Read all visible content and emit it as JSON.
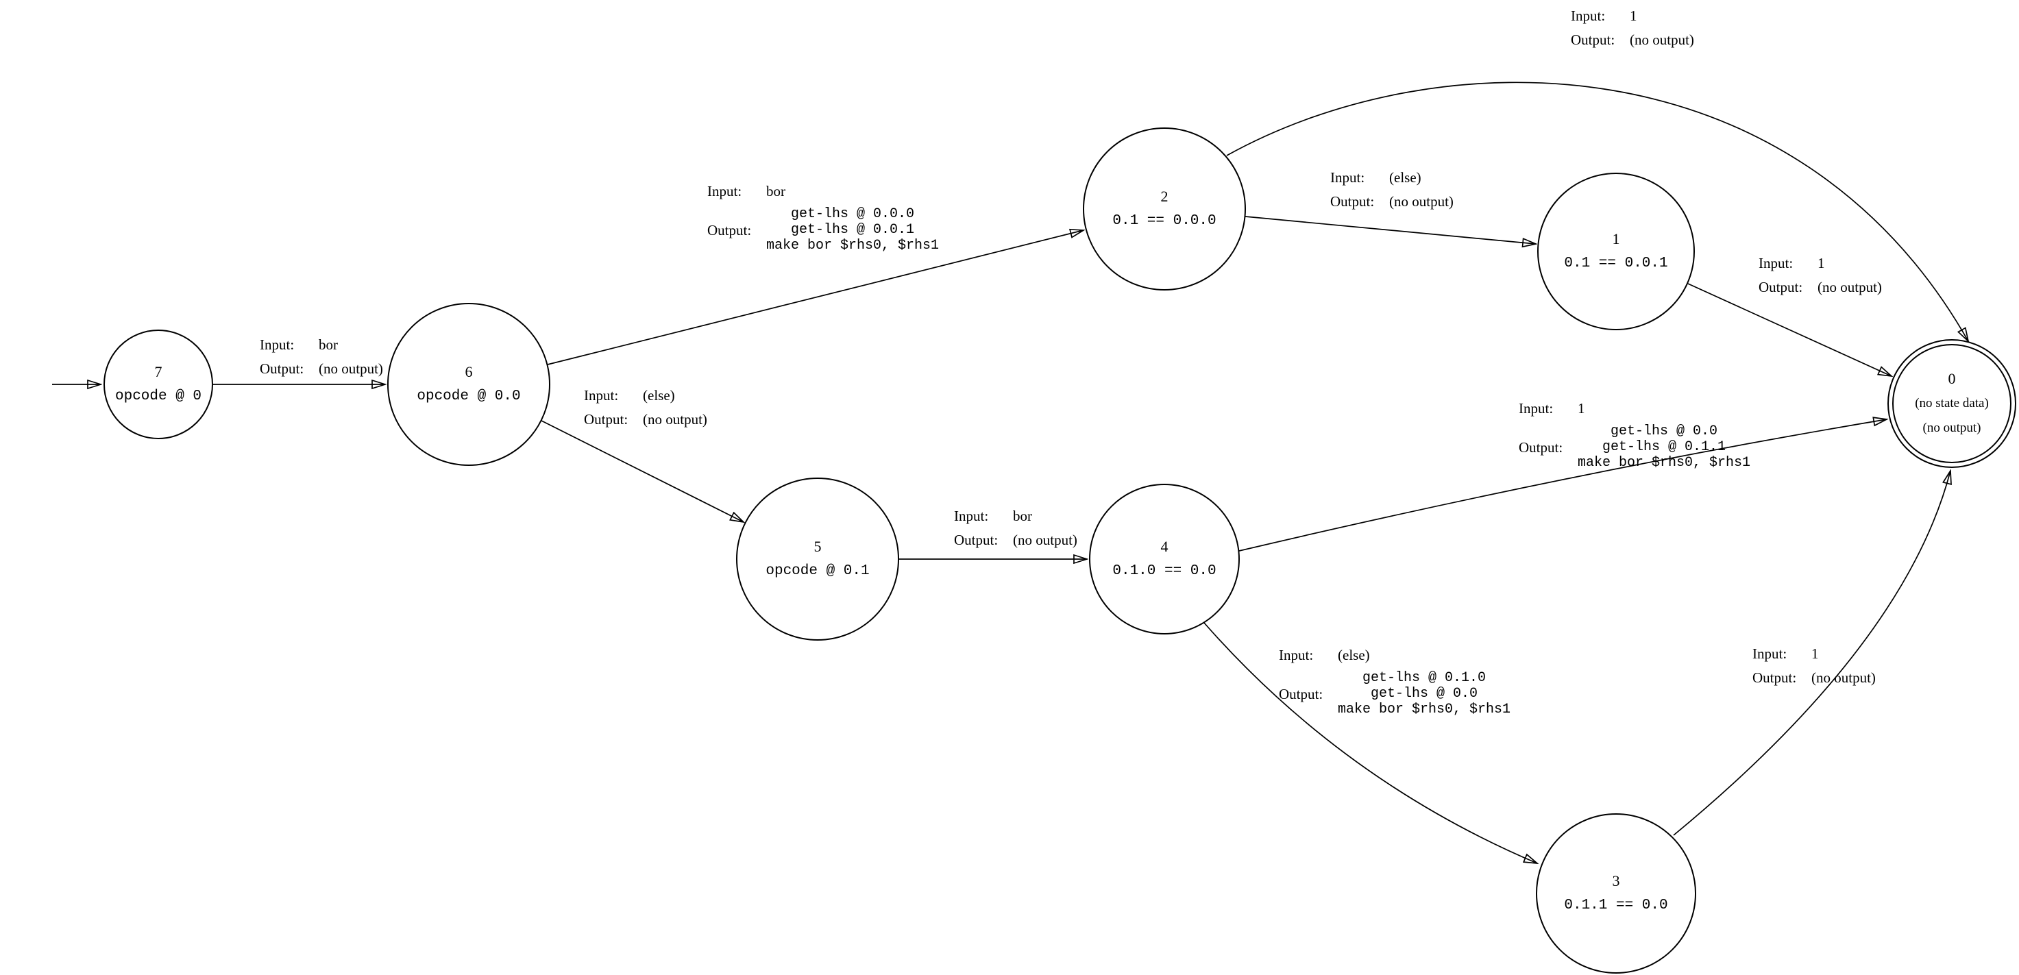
{
  "labels": {
    "input": "Input:",
    "output": "Output:"
  },
  "states": {
    "s7": {
      "number": "7",
      "data": "opcode @ 0"
    },
    "s6": {
      "number": "6",
      "data": "opcode @ 0.0"
    },
    "s5": {
      "number": "5",
      "data": "opcode @ 0.1"
    },
    "s4": {
      "number": "4",
      "data": "0.1.0 == 0.0"
    },
    "s3": {
      "number": "3",
      "data": "0.1.1 == 0.0"
    },
    "s2": {
      "number": "2",
      "data": "0.1 == 0.0.0"
    },
    "s1": {
      "number": "1",
      "data": "0.1 == 0.0.1"
    },
    "s0": {
      "number": "0",
      "state_data": "(no state data)",
      "output": "(no output)"
    }
  },
  "edges": {
    "e7_6": {
      "input": "bor",
      "output": "(no output)"
    },
    "e6_2": {
      "input": "bor",
      "output_lines": [
        "get-lhs @ 0.0.0",
        "get-lhs @ 0.0.1",
        "make bor $rhs0, $rhs1"
      ]
    },
    "e6_5": {
      "input": "(else)",
      "output": "(no output)"
    },
    "e2_0": {
      "input": "1",
      "output": "(no output)"
    },
    "e2_1": {
      "input": "(else)",
      "output": "(no output)"
    },
    "e1_0": {
      "input": "1",
      "output": "(no output)"
    },
    "e5_4": {
      "input": "bor",
      "output": "(no output)"
    },
    "e4_0": {
      "input": "1",
      "output_lines": [
        "get-lhs @ 0.0",
        "get-lhs @ 0.1.1",
        "make bor $rhs0, $rhs1"
      ]
    },
    "e4_3": {
      "input": "(else)",
      "output_lines": [
        "get-lhs @ 0.1.0",
        "get-lhs @ 0.0",
        "make bor $rhs0, $rhs1"
      ]
    },
    "e3_0": {
      "input": "1",
      "output": "(no output)"
    }
  }
}
